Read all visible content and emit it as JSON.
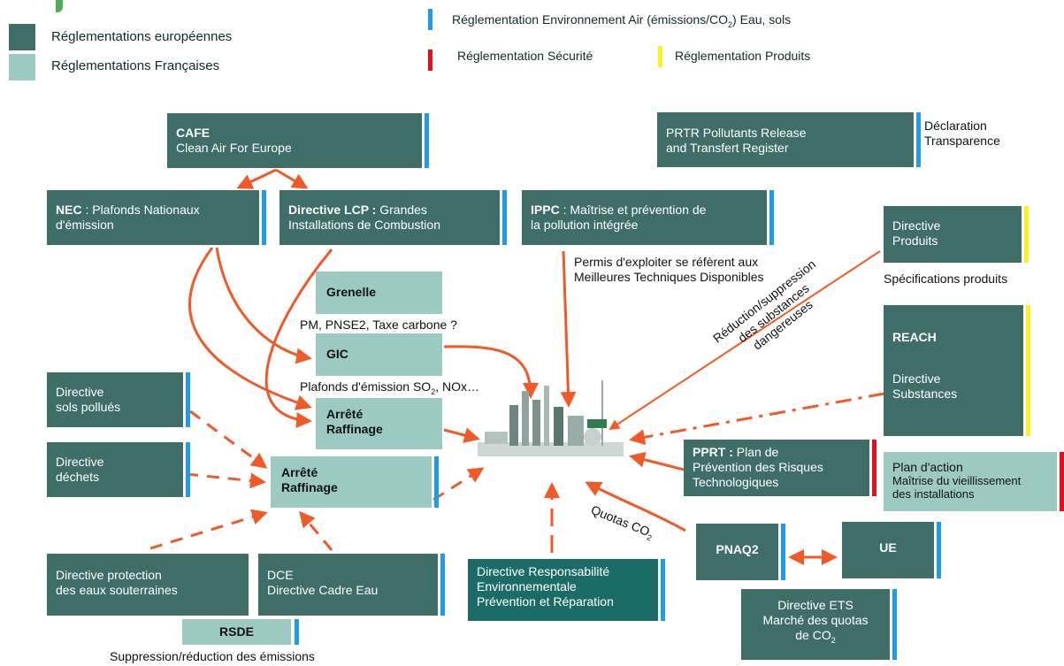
{
  "legend": {
    "eu": "Réglementations européennes",
    "fr": "Réglementations Françaises",
    "env": "Réglementation Environnement  Air (émissions/CO",
    "env_sub": "2",
    "env_end": ")  Eau, sols",
    "securite": "Réglementation Sécurité",
    "produits": "Réglementation Produits"
  },
  "colors": {
    "eu": "#3e6e67",
    "fr": "#9ccac3",
    "env": "#1f9be8",
    "securite": "#e1101d",
    "produits": "#ffee22",
    "arrow": "#f05a28"
  },
  "boxes": {
    "cafe": {
      "title": "CAFE",
      "text": "Clean Air For Europe"
    },
    "prtr": {
      "line1": "PRTR Pollutants Release",
      "line2": "and Transfert Register"
    },
    "prtr_note": {
      "line1": "Déclaration",
      "line2": "Transparence"
    },
    "nec": {
      "title": "NEC",
      "text": " : Plafonds Nationaux",
      "line2": "d'émission"
    },
    "lcp": {
      "title": "Directive LCP :",
      "text": " Grandes",
      "line2": "Installations de Combustion"
    },
    "ippc": {
      "title": "IPPC",
      "text": "  : Maîtrise et prévention de",
      "line2": "la pollution intégrée"
    },
    "produits": {
      "line1": "Directive",
      "line2": "Produits"
    },
    "grenelle": {
      "title": "Grenelle"
    },
    "gic": {
      "title": "GIC"
    },
    "reach": {
      "title": "REACH",
      "line1": "Directive",
      "line2": "Substances"
    },
    "sols": {
      "line1": "Directive",
      "line2": "sols pollués"
    },
    "arrete1": {
      "line1": "Arrêté",
      "line2": "Raffinage"
    },
    "dechets": {
      "line1": "Directive",
      "line2": "déchets"
    },
    "arrete2": {
      "line1": "Arrêté",
      "line2": "Raffinage"
    },
    "pprt": {
      "title": "PPRT :",
      "text": " Plan de",
      "line2": "Prévention des Risques",
      "line3": "Technologiques"
    },
    "plan": {
      "line1": "Plan d'action",
      "line2": "Maîtrise du vieillissement",
      "line3": "des installations"
    },
    "pnaq": {
      "title": "PNAQ2"
    },
    "ue": {
      "title": "UE"
    },
    "eaux": {
      "line1": "Directive protection",
      "line2": "des eaux souterraines"
    },
    "dce": {
      "line1": "DCE",
      "line2": "Directive Cadre Eau"
    },
    "dre": {
      "line1": "Directive Responsabilité",
      "line2": "Environnementale",
      "line3": "Prévention et Réparation"
    },
    "ets": {
      "line1": "Directive ETS",
      "line2": "Marché des quotas",
      "line3": "de CO",
      "sub": "2"
    },
    "rsde": {
      "title": "RSDE"
    }
  },
  "captions": {
    "permis1": "Permis d'exploiter se réfèrent aux",
    "permis2": "Meilleures Techniques Disponibles",
    "specs": "Spécifications produits",
    "pm": "PM, PNSE2, Taxe carbone ?",
    "plafonds": "Plafonds d'émission SO",
    "plafonds_sub": "2",
    "plafonds_end": ", NOx…",
    "reduction1": "Réduction/suppression",
    "reduction2": "des substances",
    "reduction3": "dangereuses",
    "quotas": "Quotas CO",
    "quotas_sub": "2",
    "suppression": "Suppression/réduction des émissions"
  }
}
